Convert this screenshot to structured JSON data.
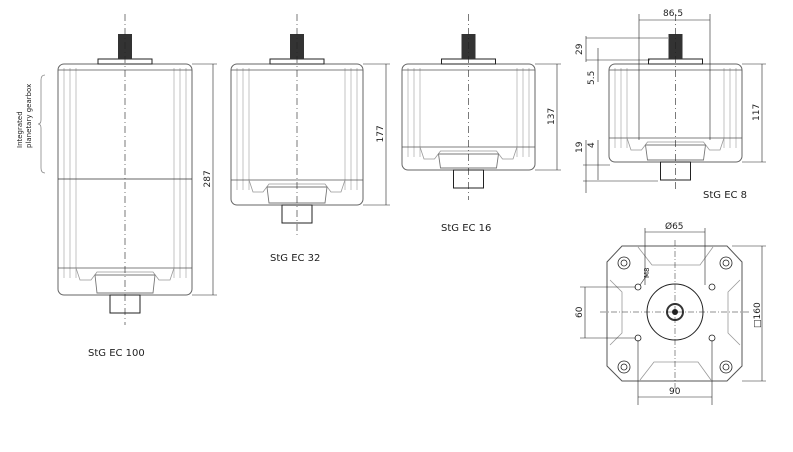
{
  "motors": [
    {
      "label": "StG EC 100",
      "height_dim": "287"
    },
    {
      "label": "StG EC 32",
      "height_dim": "177"
    },
    {
      "label": "StG EC 16",
      "height_dim": "137"
    },
    {
      "label": "StG EC 8",
      "height_dim": "117"
    }
  ],
  "annotation": {
    "line1": "Integrated",
    "line2": "planetary gearbox"
  },
  "ec8_dims": {
    "width": "86.5",
    "shaft": "29",
    "flange": "5.5",
    "stub": "19",
    "collar": "4"
  },
  "bottom_view": {
    "diameter": "Ø65",
    "thread": "M8",
    "hole_spacing_v": "60",
    "hole_spacing_h": "90",
    "square": "□160"
  }
}
